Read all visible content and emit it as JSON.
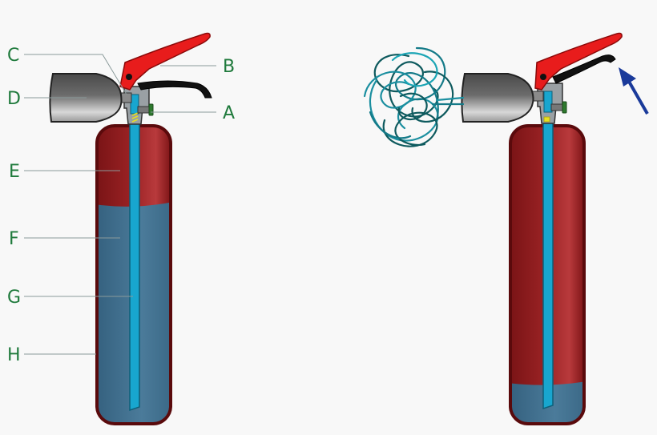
{
  "labels": {
    "A": "A",
    "B": "B",
    "C": "C",
    "D": "D",
    "E": "E",
    "F": "F",
    "G": "G",
    "H": "H"
  },
  "colors": {
    "background": "#f8f8f8",
    "label_text": "#1f7a3c",
    "cylinder_red": "#8e1a1c",
    "cylinder_outline": "#5a0a0c",
    "liquid_blue": "#3f6f8e",
    "siphon_tube": "#18a6cf",
    "lever_red": "#e81c1c",
    "handle_black": "#111111",
    "nozzle_grey": "#555555",
    "spray_cloud": "#1b8fa0",
    "arrow_blue": "#1a3a9a",
    "valve_green": "#2e7a2e",
    "spring_yellow": "#e8e020"
  },
  "panels": {
    "left_state": "idle",
    "right_state": "discharging",
    "left_liquid_fill": 0.72,
    "right_liquid_fill": 0.14
  }
}
